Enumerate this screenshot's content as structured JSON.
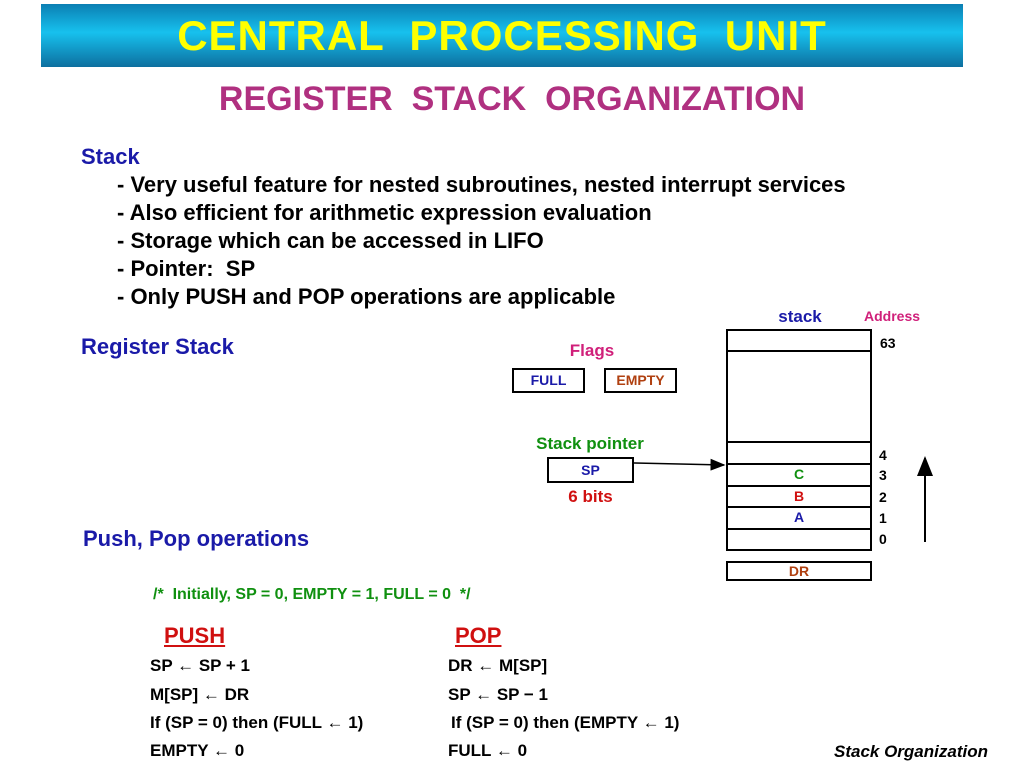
{
  "header": {
    "title": "CENTRAL  PROCESSING  UNIT"
  },
  "subtitle": "REGISTER  STACK  ORGANIZATION",
  "stack_section": {
    "heading": "Stack",
    "bullets": [
      "- Very useful feature for nested subroutines, nested interrupt services",
      "- Also efficient for arithmetic expression evaluation",
      "- Storage which can be accessed in LIFO",
      "- Pointer:  SP",
      "- Only PUSH and POP operations are applicable"
    ]
  },
  "register_stack": {
    "heading": "Register Stack"
  },
  "diagram": {
    "flags_label": "Flags",
    "full_label": "FULL",
    "empty_label": "EMPTY",
    "stack_pointer_label": "Stack pointer",
    "sp_label": "SP",
    "bits_label": "6 bits",
    "stack_label": "stack",
    "address_label": "Address",
    "addresses": {
      "a63": "63",
      "a4": "4",
      "a3": "3",
      "a2": "2",
      "a1": "1",
      "a0": "0"
    },
    "cells": {
      "c": "C",
      "b": "B",
      "a": "A"
    },
    "dr_label": "DR",
    "colors": {
      "blue": "#1a1aa8",
      "red": "#d01010",
      "green": "#109010",
      "brown": "#b04010",
      "magenta": "#d0207a"
    }
  },
  "push_pop": {
    "heading": "Push, Pop operations",
    "comment": "/*  Initially, SP = 0, EMPTY = 1, FULL = 0  */",
    "push_title": "PUSH",
    "pop_title": "POP",
    "push_lines": [
      "SP ← SP + 1",
      "M[SP] ← DR",
      "If (SP = 0) then (FULL ← 1)",
      "EMPTY ← 0"
    ],
    "pop_lines": [
      "DR ← M[SP]",
      "SP ← SP − 1",
      "If (SP = 0) then (EMPTY ← 1)",
      "FULL ← 0"
    ]
  },
  "footer": {
    "caption": "Stack Organization"
  }
}
